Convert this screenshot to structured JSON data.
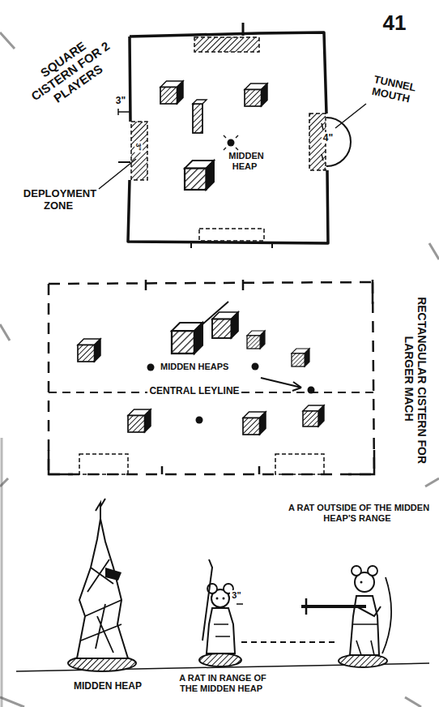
{
  "diagram": {
    "labels": [
      "41",
      "SQUARE CISTERN FOR 2 PLAYERS",
      "TUNNEL MOUTH",
      "3\"",
      "3\"",
      "4\"",
      "MIDDEN HEAP",
      "DEPLOYMENT ZONE",
      "RECTANGULAR CISTERN FOR LARGER MACH",
      "MIDDEN HEAPS",
      "CENTRAL LEYLINE",
      "A RAT OUTSIDE OF THE MIDDEN HEAP'S RANGE",
      "3\"",
      "MIDDEN HEAP",
      "A RAT IN RANGE OF THE MIDDEN HEAP"
    ]
  }
}
